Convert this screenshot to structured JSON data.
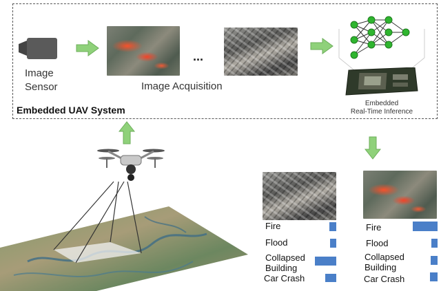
{
  "system": {
    "title": "Embedded UAV System",
    "image_sensor_label_line1": "Image",
    "image_sensor_label_line2": "Sensor",
    "acquisition_label": "Image Acquisition",
    "ellipsis": "...",
    "inference_label_line1": "Embedded",
    "inference_label_line2": "Real-Time Inference"
  },
  "results": [
    {
      "image": "rubble",
      "classes": [
        {
          "label_lines": [
            "Fire"
          ],
          "score": 0.2
        },
        {
          "label_lines": [
            "Flood"
          ],
          "score": 0.18
        },
        {
          "label_lines": [
            "Collapsed",
            "Building"
          ],
          "score": 0.62
        },
        {
          "label_lines": [
            "Car Crash"
          ],
          "score": 0.32
        }
      ]
    },
    {
      "image": "fire",
      "classes": [
        {
          "label_lines": [
            "Fire"
          ],
          "score": 0.72
        },
        {
          "label_lines": [
            "Flood"
          ],
          "score": 0.17
        },
        {
          "label_lines": [
            "Collapsed",
            "Building"
          ],
          "score": 0.2
        },
        {
          "label_lines": [
            "Car Crash"
          ],
          "score": 0.22
        }
      ]
    }
  ],
  "colors": {
    "arrow_green": "#8fd17a",
    "arrow_green_stroke": "#6cae5a",
    "bar_blue": "#4a7fc8",
    "net_green": "#2fb52f"
  }
}
